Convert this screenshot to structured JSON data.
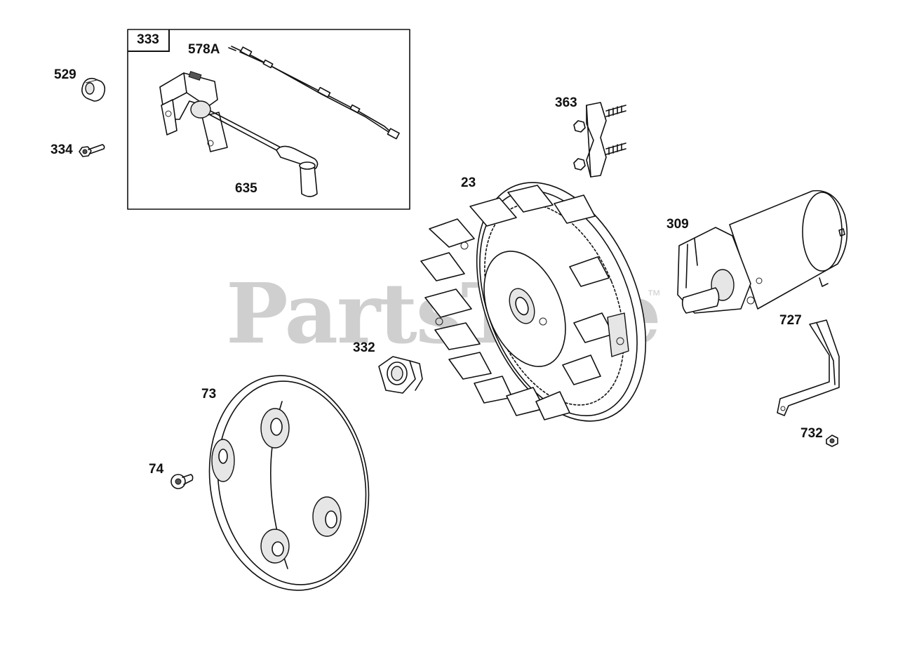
{
  "watermark": {
    "text": "PartsTree",
    "trademark": "™"
  },
  "kit_box": {
    "title": "333"
  },
  "parts": [
    {
      "id": "529",
      "name": "part-529"
    },
    {
      "id": "334",
      "name": "part-334"
    },
    {
      "id": "578A",
      "name": "part-578a"
    },
    {
      "id": "635",
      "name": "part-635"
    },
    {
      "id": "363",
      "name": "part-363"
    },
    {
      "id": "23",
      "name": "part-23"
    },
    {
      "id": "309",
      "name": "part-309"
    },
    {
      "id": "727",
      "name": "part-727"
    },
    {
      "id": "332",
      "name": "part-332"
    },
    {
      "id": "73",
      "name": "part-73"
    },
    {
      "id": "74",
      "name": "part-74"
    },
    {
      "id": "732",
      "name": "part-732"
    }
  ],
  "colors": {
    "line": "#111111",
    "watermark": "#cfcfcf",
    "background": "#ffffff"
  }
}
